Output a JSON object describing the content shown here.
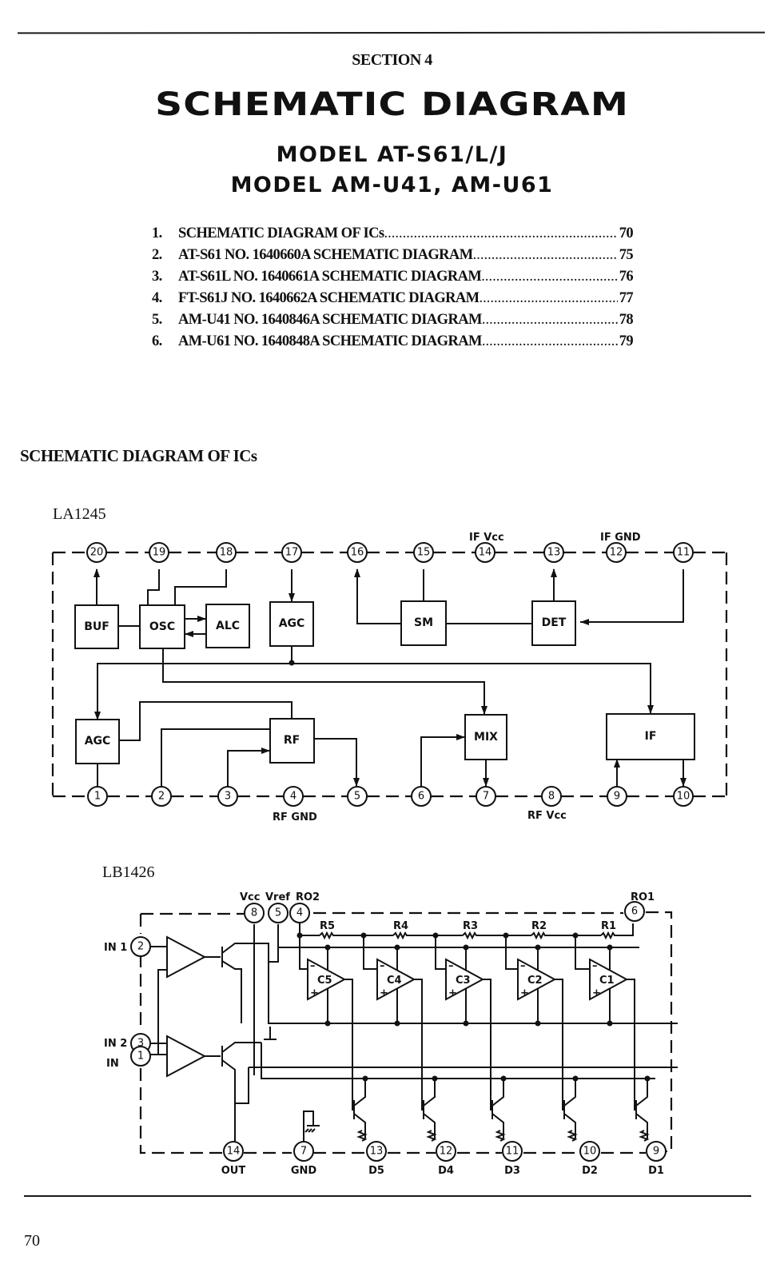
{
  "header": {
    "section": "SECTION 4",
    "title": "SCHEMATIC DIAGRAM",
    "models": [
      "MODEL AT-S61/L/J",
      "MODEL AM-U41, AM-U61"
    ]
  },
  "toc": [
    {
      "num": "1.",
      "text": "SCHEMATIC DIAGRAM OF ICs",
      "page": "70"
    },
    {
      "num": "2.",
      "text": "AT-S61 NO. 1640660A SCHEMATIC DIAGRAM",
      "page": "75"
    },
    {
      "num": "3.",
      "text": "AT-S61L NO. 1640661A SCHEMATIC DIAGRAM",
      "page": "76"
    },
    {
      "num": "4.",
      "text": "FT-S61J NO. 1640662A SCHEMATIC DIAGRAM",
      "page": "77"
    },
    {
      "num": "5.",
      "text": "AM-U41 NO. 1640846A SCHEMATIC DIAGRAM",
      "page": "78"
    },
    {
      "num": "6.",
      "text": "AM-U61 NO. 1640848A SCHEMATIC DIAGRAM",
      "page": "79"
    }
  ],
  "ics_heading": "SCHEMATIC DIAGRAM OF ICs",
  "la1245": {
    "name": "LA1245",
    "top_pins": [
      "20",
      "19",
      "18",
      "17",
      "16",
      "15",
      "14",
      "13",
      "12",
      "11"
    ],
    "bottom_pins": [
      "1",
      "2",
      "3",
      "4",
      "5",
      "6",
      "7",
      "8",
      "9",
      "10"
    ],
    "pin_labels": {
      "if_vcc": "IF Vcc",
      "if_gnd": "IF GND",
      "rf_gnd": "RF GND",
      "rf_vcc": "RF Vcc"
    },
    "blocks": {
      "buf": "BUF",
      "osc": "OSC",
      "alc": "ALC",
      "agc_top": "AGC",
      "sm": "SM",
      "det": "DET",
      "agc_bottom": "AGC",
      "rf": "RF",
      "mix": "MIX",
      "if": "IF"
    }
  },
  "lb1426": {
    "name": "LB1426",
    "top_pins": [
      "8",
      "5",
      "4",
      "6"
    ],
    "top_pin_labels": [
      "Vcc",
      "Vref",
      "RO2",
      "RO1"
    ],
    "left_pins": [
      "2",
      "3",
      "1"
    ],
    "left_pin_labels": [
      "IN 1",
      "IN 2",
      "IN"
    ],
    "bottom_pins": [
      "14",
      "7",
      "13",
      "12",
      "11",
      "10",
      "9"
    ],
    "bottom_pin_labels": [
      "OUT",
      "GND",
      "D5",
      "D4",
      "D3",
      "D2",
      "D1"
    ],
    "resistors": [
      "R5",
      "R4",
      "R3",
      "R2",
      "R1"
    ],
    "comparators": [
      "C5",
      "C4",
      "C3",
      "C2",
      "C1"
    ]
  },
  "footer": {
    "page_number": "70"
  }
}
